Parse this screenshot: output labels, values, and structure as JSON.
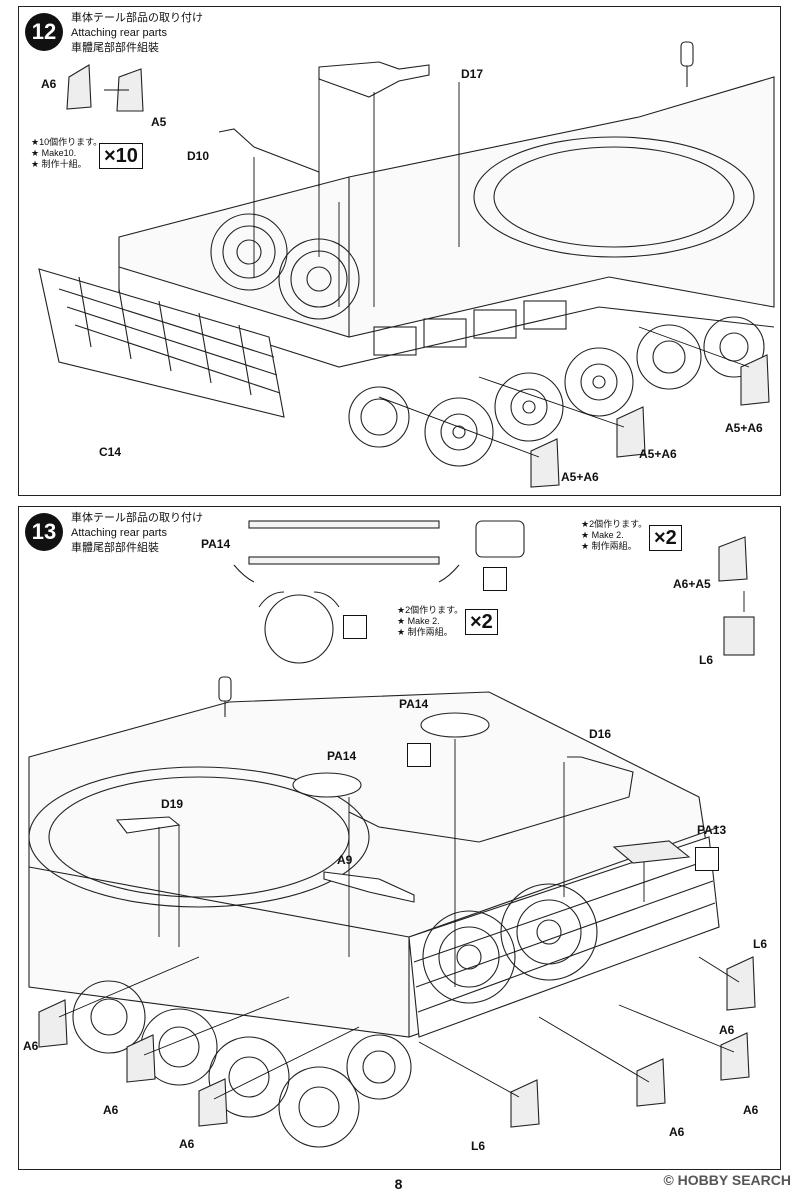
{
  "step12": {
    "number": "12",
    "title_ja": "車体テール部品の取り付け",
    "title_en": "Attaching rear parts",
    "title_zh": "車體尾部部件組裝",
    "note": [
      "★10個作ります。",
      "★ Make10.",
      "★ 制作十組。"
    ],
    "multiplier": "×10",
    "labels": {
      "a6": "A6",
      "a5": "A5",
      "d10": "D10",
      "d17": "D17",
      "c14": "C14",
      "a5a6_right": "A5+A6",
      "a5a6_mid": "A5+A6",
      "a5a6_low": "A5+A6"
    }
  },
  "step13": {
    "number": "13",
    "title_ja": "車体テール部品の取り付け",
    "title_en": "Attaching rear parts",
    "title_zh": "車體尾部部件組裝",
    "note_a": [
      "★2個作ります。",
      "★ Make 2.",
      "★ 制作兩組。"
    ],
    "note_b": [
      "★2個作ります。",
      "★ Make 2.",
      "★ 制作兩組。"
    ],
    "multiplier_a": "×2",
    "multiplier_b": "×2",
    "labels": {
      "pa14_top": "PA14",
      "a6a5": "A6+A5",
      "l6_top": "L6",
      "pa14_mid": "PA14",
      "pa14_left": "PA14",
      "d16": "D16",
      "d19": "D19",
      "a9": "A9",
      "pa13": "PA13",
      "l6_right": "L6",
      "a6_1": "A6",
      "a6_2": "A6",
      "a6_3": "A6",
      "a6_4": "A6",
      "a6_5": "A6",
      "a6_6": "A6",
      "l6_bottom": "L6"
    }
  },
  "page_number": "8",
  "watermark": "© HOBBY SEARCH"
}
